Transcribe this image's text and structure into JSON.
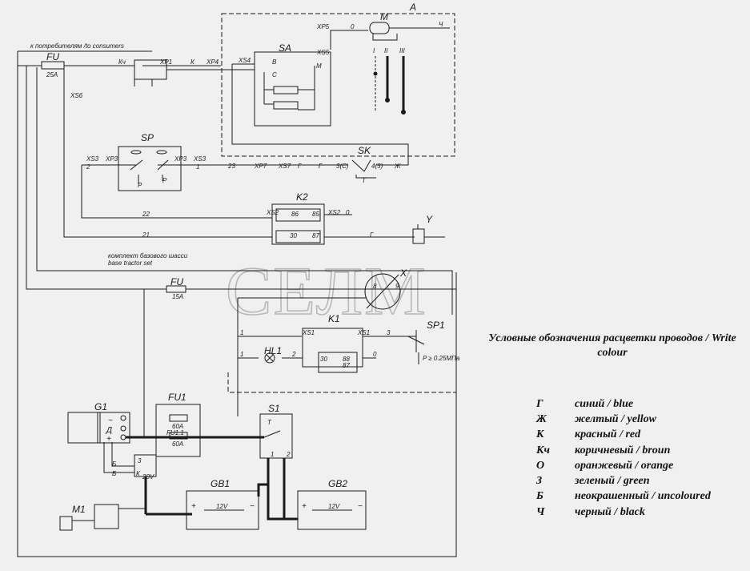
{
  "watermark": "СЕЛМ",
  "labels": {
    "to_consumers": "к потребителям /to consumers",
    "base_set_ru": "комплект базового шасси",
    "base_set_en": "base tractor set",
    "block_a": "A",
    "fu_main": "FU",
    "fu_main_rating": "25A",
    "fu_mid": "FU",
    "fu_mid_rating": "15A",
    "fu1": "FU1",
    "fu1_1": "FU1.1",
    "fu1_rating_a": "60A",
    "fu1_rating_b": "60A",
    "sa": "SA",
    "sp": "SP",
    "sk": "SK",
    "k2": "K2",
    "k1": "K1",
    "m": "M",
    "y": "Y",
    "x": "X",
    "sp1": "SP1",
    "hl1": "HL1",
    "g1": "G1",
    "s1": "S1",
    "m1": "M1",
    "gb1": "GB1",
    "gb2": "GB2",
    "xs6": "XS6",
    "xp1": "XP1",
    "xp4": "XP4",
    "xs4": "XS4",
    "xs5": "XS5",
    "xp5": "XP5",
    "kch": "Кч",
    "k_wire": "К",
    "g_wire1": "Г",
    "g_wire2": "Г",
    "g_wire3": "Г",
    "zh_wire": "Ж",
    "o_wire": "0",
    "ch_wire": "Ч",
    "xs3_l": "XS3",
    "xp3_l": "XP3",
    "xp3_r": "XP3",
    "xs3_r": "XS3",
    "n2": "2",
    "n1": "1",
    "n23": "23",
    "xp7": "XP7",
    "xs7": "XS7",
    "sk_3c": "3(С)",
    "sk_43": "4(3)",
    "sk_t": "Т",
    "n22": "22",
    "n21": "21",
    "xs2_l": "XS2",
    "xs2_r": "XS2",
    "k2_86": "86",
    "k2_85": "85",
    "k2_30": "30",
    "k2_87": "87",
    "k2_0": "0",
    "sa_v": "В",
    "sa_c": "С",
    "sa_m": "М",
    "pos_1": "I",
    "pos_2": "II",
    "pos_3": "III",
    "sp_p1": "P",
    "sp_p2": "P",
    "x_8": "8",
    "x_9": "9",
    "k1_1a": "1",
    "k1_1b": "1",
    "k1_2": "2",
    "k1_3": "3",
    "k1_0": "0",
    "k1_xs1a": "XS1",
    "k1_xs1b": "XS1",
    "k1_30": "30",
    "k1_88": "88",
    "k1_87": "87",
    "sp1_p": "P ≥ 0.25МПа",
    "g1_d": "Д",
    "g1_tilde": "~",
    "g1_plus": "+",
    "b1": "Б",
    "b2": "Б",
    "k_g1": "К",
    "reg_3": "3",
    "reg_28v": "28V",
    "s1_1": "1",
    "s1_2": "2",
    "s1_t": "Т",
    "gb1_v": "12V",
    "gb2_v": "12V",
    "plus": "+",
    "minus": "−"
  },
  "legend": {
    "title": "Условные обозначения расцветки проводов / Write colour",
    "items": [
      {
        "code": "Г",
        "text": "синий / blue"
      },
      {
        "code": "Ж",
        "text": "желтый / yellow"
      },
      {
        "code": "К",
        "text": "красный / red"
      },
      {
        "code": "Кч",
        "text": "коричневый / broun"
      },
      {
        "code": "О",
        "text": "оранжевый / orange"
      },
      {
        "code": "З",
        "text": "зеленый / green"
      },
      {
        "code": "Б",
        "text": "неокрашенный / uncoloured"
      },
      {
        "code": "Ч",
        "text": "черный / black"
      }
    ]
  }
}
